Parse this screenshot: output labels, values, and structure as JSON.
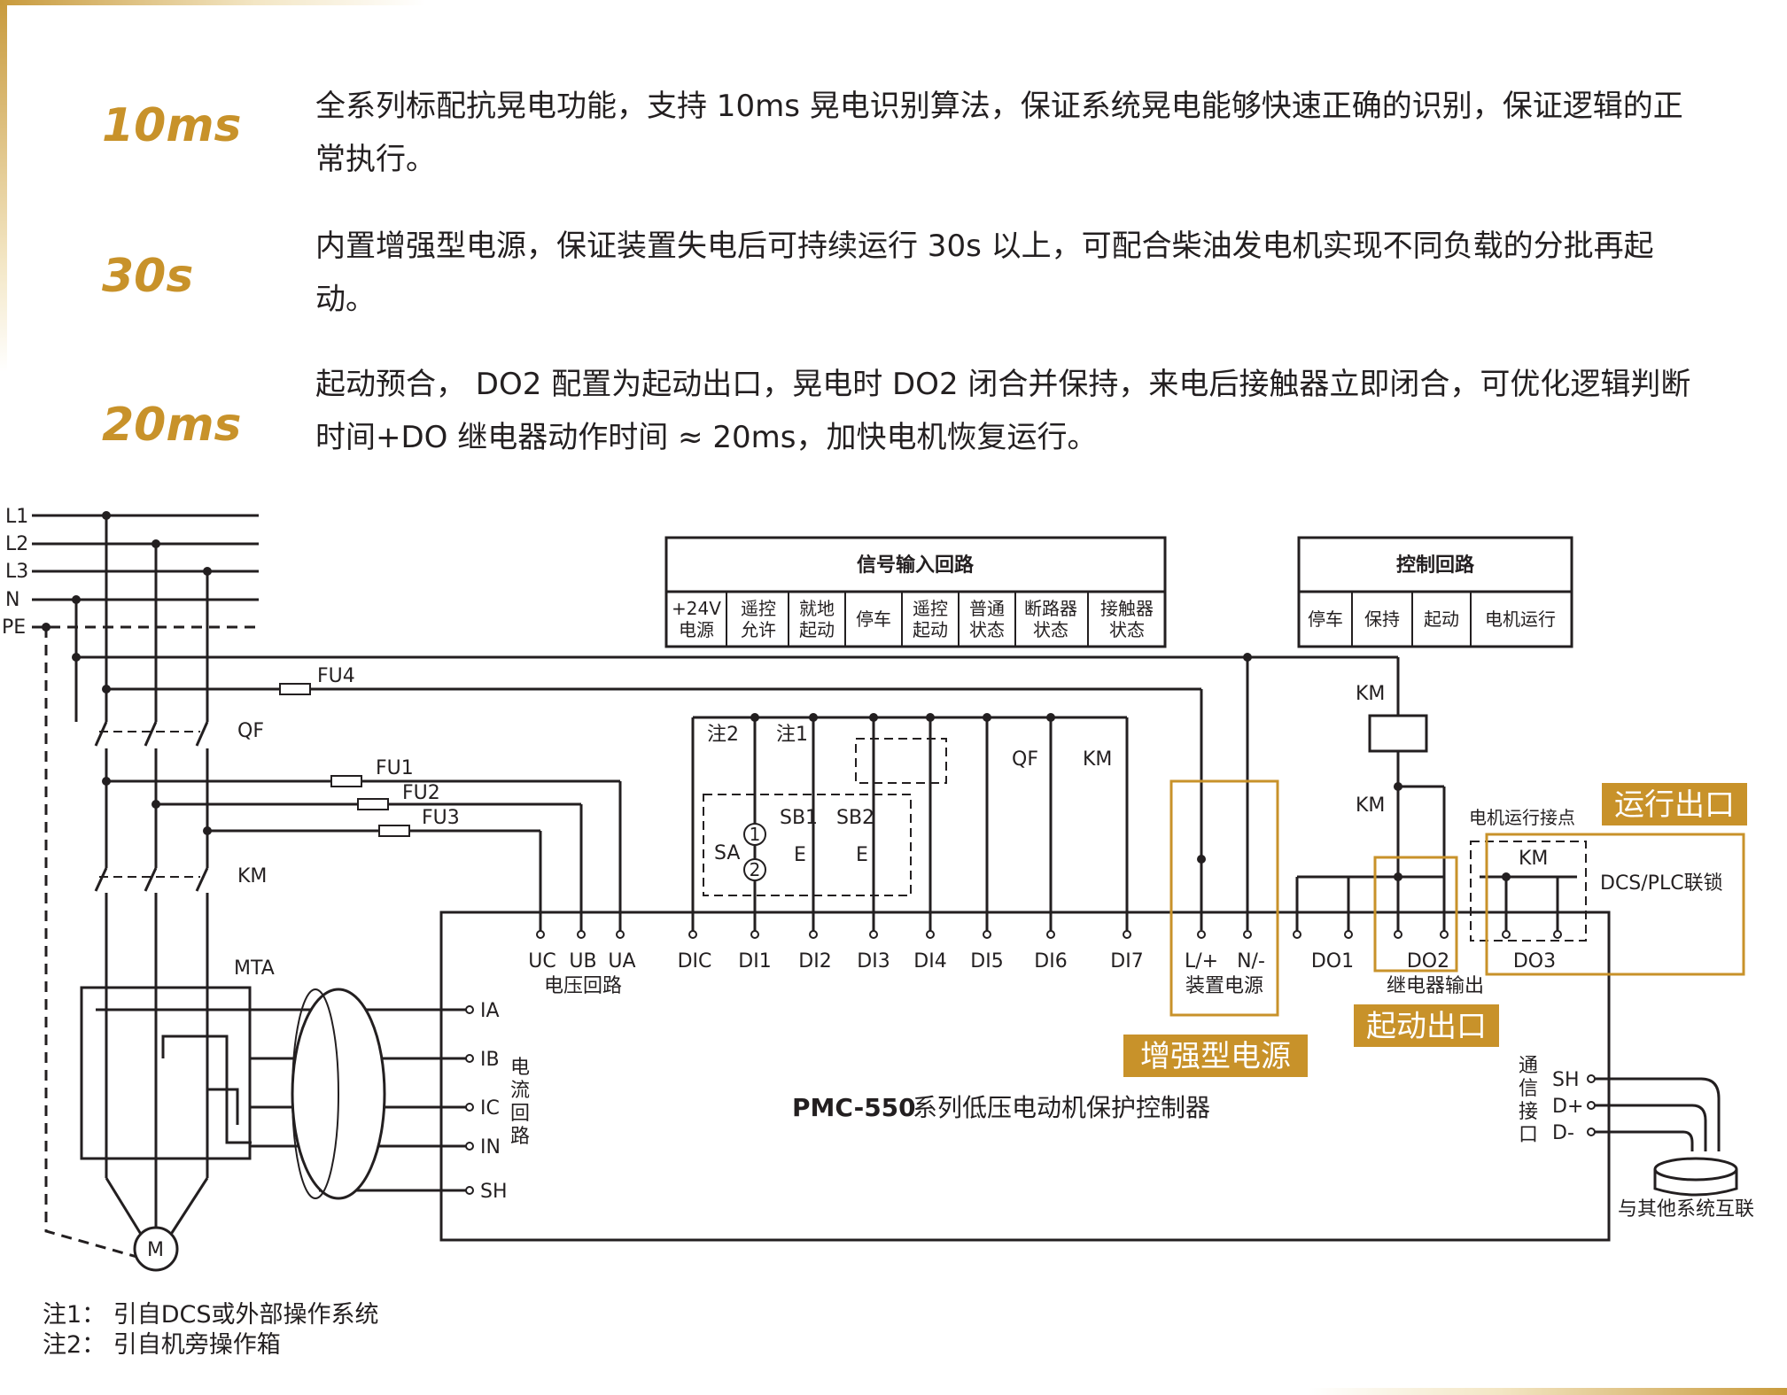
{
  "features": [
    {
      "value": "10ms",
      "text": "全系列标配抗晃电功能，支持 10ms 晃电识别算法，保证系统晃电能够快速正确的识别，保证逻辑的正常执行。"
    },
    {
      "value": "30s",
      "text": "内置增强型电源，保证装置失电后可持续运行 30s 以上，可配合柴油发电机实现不同负载的分批再起动。"
    },
    {
      "value": "20ms",
      "text": "起动预合， DO2 配置为起动出口，晃电时 DO2 闭合并保持，来电后接触器立即闭合，可优化逻辑判断时间+DO 继电器动作时间 ≈ 20ms，加快电机恢复运行。"
    }
  ],
  "diagram": {
    "bus_labels": [
      "L1",
      "L2",
      "L3",
      "N",
      "PE"
    ],
    "fuses": {
      "fu4": "FU4",
      "fu1": "FU1",
      "fu2": "FU2",
      "fu3": "FU3"
    },
    "breaker": "QF",
    "contactor": "KM",
    "ct_block": "MTA",
    "motor": "M",
    "signal_input": {
      "title": "信号输入回路",
      "columns": [
        [
          "+24V",
          "电源"
        ],
        [
          "遥控",
          "允许"
        ],
        [
          "就地",
          "起动"
        ],
        [
          "停车",
          ""
        ],
        [
          "遥控",
          "起动"
        ],
        [
          "普通",
          "状态"
        ],
        [
          "断路器",
          "状态"
        ],
        [
          "接触器",
          "状态"
        ]
      ]
    },
    "control_loop": {
      "title": "控制回路",
      "columns": [
        "停车",
        "保持",
        "起动",
        "电机运行"
      ]
    },
    "switch_labels": {
      "note2": "注2",
      "note1": "注1",
      "sb1": "SB1",
      "sb2": "SB2",
      "sa": "SA",
      "pos1": "1",
      "pos2": "2",
      "e": "E",
      "qf": "QF",
      "km": "KM"
    },
    "km_coil": "KM",
    "km_contact": "KM",
    "run_contact_title": "电机运行接点",
    "run_contact_km": "KM",
    "dcs_plc": "DCS/PLC联锁",
    "terminals": {
      "uc": "UC",
      "ub": "UB",
      "ua": "UA",
      "voltage_loop": "电压回路",
      "dic": "DIC",
      "di1": "DI1",
      "di2": "DI2",
      "di3": "DI3",
      "di4": "DI4",
      "di5": "DI5",
      "di6": "DI6",
      "di7": "DI7",
      "l_plus": "L/+",
      "n_minus": "N/-",
      "device_power": "装置电源",
      "do1": "DO1",
      "do2": "DO2",
      "relay_output": "继电器输出",
      "do3": "DO3"
    },
    "current_inputs": {
      "ia": "IA",
      "ib": "IB",
      "ic": "IC",
      "in": "IN",
      "sh": "SH",
      "label": [
        "电",
        "流",
        "回",
        "路"
      ]
    },
    "comm": {
      "sh": "SH",
      "dplus": "D+",
      "dminus": "D-",
      "label": [
        "通",
        "信",
        "接",
        "口"
      ],
      "interconnect": "与其他系统互联"
    },
    "device_name_bold": "PMC-550",
    "device_name_rest": "系列低压电动机保护控制器",
    "callouts": {
      "power": "增强型电源",
      "start": "起动出口",
      "run": "运行出口"
    }
  },
  "notes": [
    "注1：  引自DCS或外部操作系统",
    "注2：  引自机旁操作箱"
  ],
  "colors": {
    "gold": "#c8922a",
    "line": "#231f20"
  }
}
